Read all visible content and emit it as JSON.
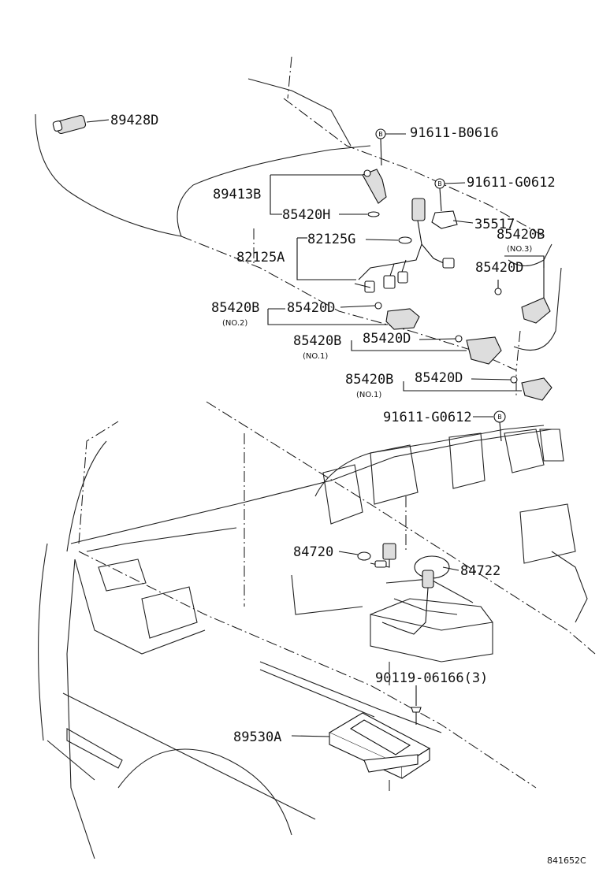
{
  "diagram": {
    "reference_code": "841652C",
    "parts": {
      "p89428D": "89428D",
      "p91611B0616": "91611-B0616",
      "p89413B": "89413B",
      "p91611G0612a": "91611-G0612",
      "p85420H": "85420H",
      "p35517": "35517",
      "p82125G": "82125G",
      "p85420B_no3": "85420B",
      "no3": "(NO.3)",
      "p82125A": "82125A",
      "p85420D_a": "85420D",
      "p85420B_no2": "85420B",
      "p85420D_b": "85420D",
      "no2": "(NO.2)",
      "p85420B_no1a": "85420B",
      "p85420D_c": "85420D",
      "no1a": "(NO.1)",
      "p85420B_no1b": "85420B",
      "p85420D_d": "85420D",
      "no1b": "(NO.1)",
      "p91611G0612b": "91611-G0612",
      "p84720": "84720",
      "p84722": "84722",
      "p90119": "90119-06166(3)",
      "p89530A": "89530A"
    },
    "bolt_marker": "B"
  }
}
